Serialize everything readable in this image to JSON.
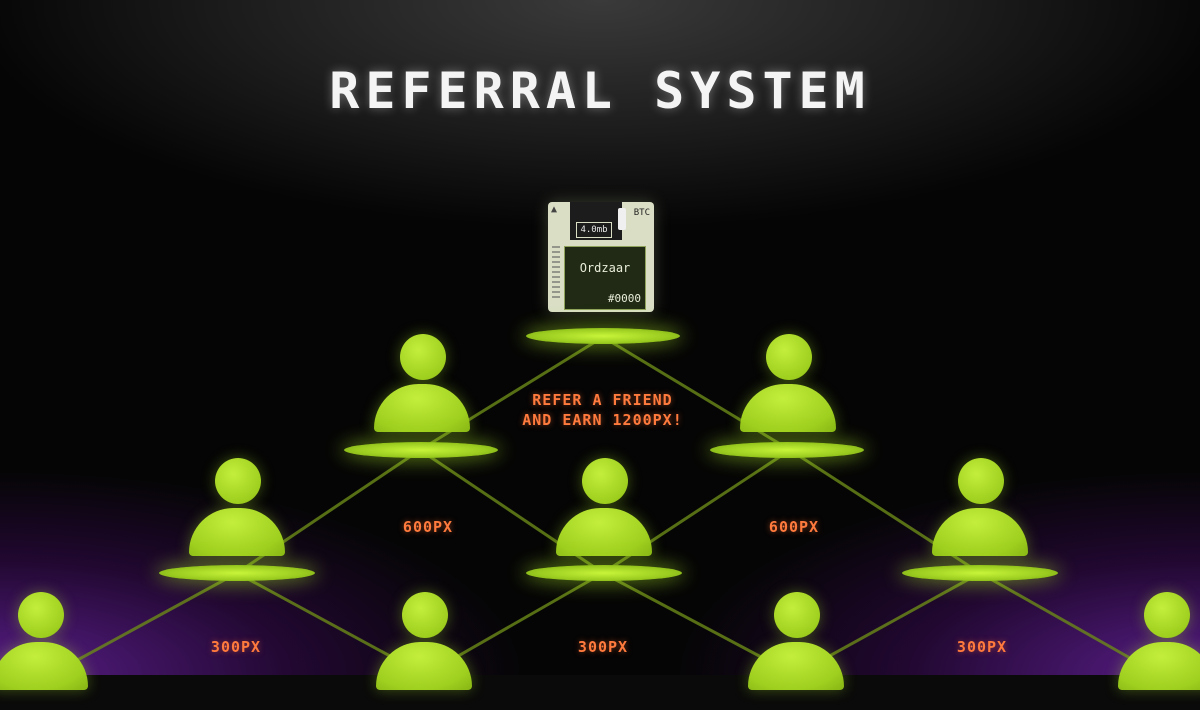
{
  "title": "REFERRAL SYSTEM",
  "root": {
    "cap_label": "4.0mb",
    "tag": "BTC",
    "brand": "Ordzaar",
    "number": "#0000"
  },
  "cta": {
    "line1": "REFER A FRIEND",
    "line2": "AND EARN 1200PX!"
  },
  "tier2_reward": "600PX",
  "tier3_reward": "300PX",
  "colors": {
    "accent_green": "#a6d620",
    "reward_orange": "#ff7a3d",
    "glow_purple": "#5a1e8a"
  }
}
